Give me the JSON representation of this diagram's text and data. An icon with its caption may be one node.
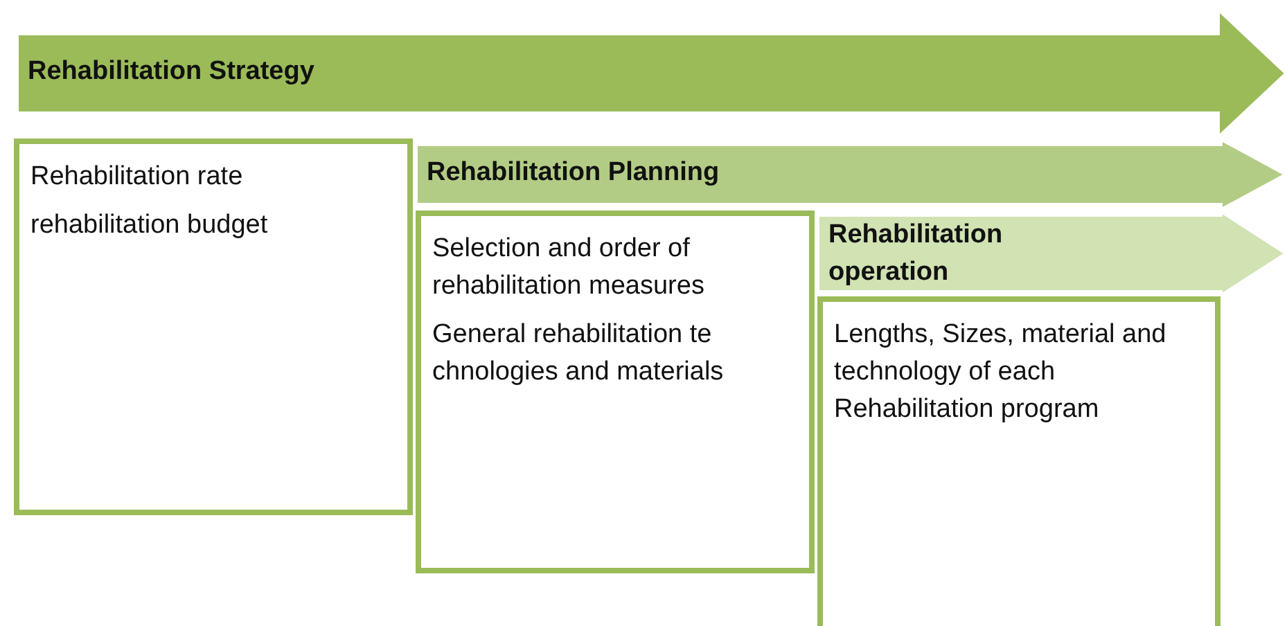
{
  "diagram": {
    "nodes": [
      {
        "text": [
          "Rehabilitation Strategy"
        ]
      },
      {
        "text": [
          "Rehabilitation rate",
          "rehabilitation budget"
        ]
      },
      {
        "text": [
          "Rehabilitation Planning"
        ]
      },
      {
        "text": [
          "Selection and order of rehabilitation measures",
          "General rehabilitation te chnologies and materials"
        ]
      },
      {
        "text": [
          "Rehabilitation operation"
        ]
      },
      {
        "text": [
          "Lengths, Sizes, material and technology of each Rehabilitation program"
        ]
      }
    ]
  }
}
